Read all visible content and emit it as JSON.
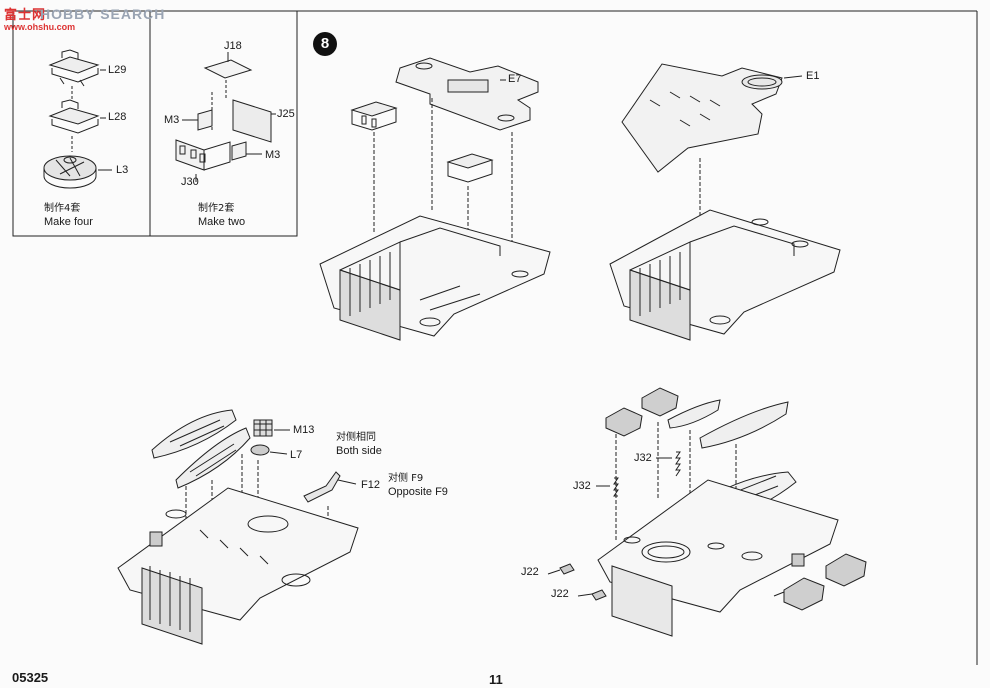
{
  "watermark": {
    "brand_cn": "富士网",
    "brand_en": "HOBBY SEARCH",
    "site": "www.ohshu.com"
  },
  "step": {
    "number": "8"
  },
  "inset": {
    "left_parts": [
      "L29",
      "L28",
      "L3"
    ],
    "left_caption_cn": "制作4套",
    "left_caption_en": "Make four",
    "right_parts": {
      "top": "J18",
      "side": "J25",
      "left_end": "M3",
      "right_end": "M3",
      "base": "J30"
    },
    "right_caption_cn": "制作2套",
    "right_caption_en": "Make two"
  },
  "parts": {
    "e7": "E7",
    "e1": "E1",
    "m13": "M13",
    "l7": "L7",
    "f12": "F12",
    "both_side_cn": "对侧相同",
    "both_side_en": "Both side",
    "opposite_cn": "对侧 F9",
    "opposite_en": "Opposite F9",
    "j32a": "J32",
    "j32b": "J32",
    "j22a": "J22",
    "j22b": "J22"
  },
  "footer": {
    "code": "05325",
    "page": "11"
  }
}
